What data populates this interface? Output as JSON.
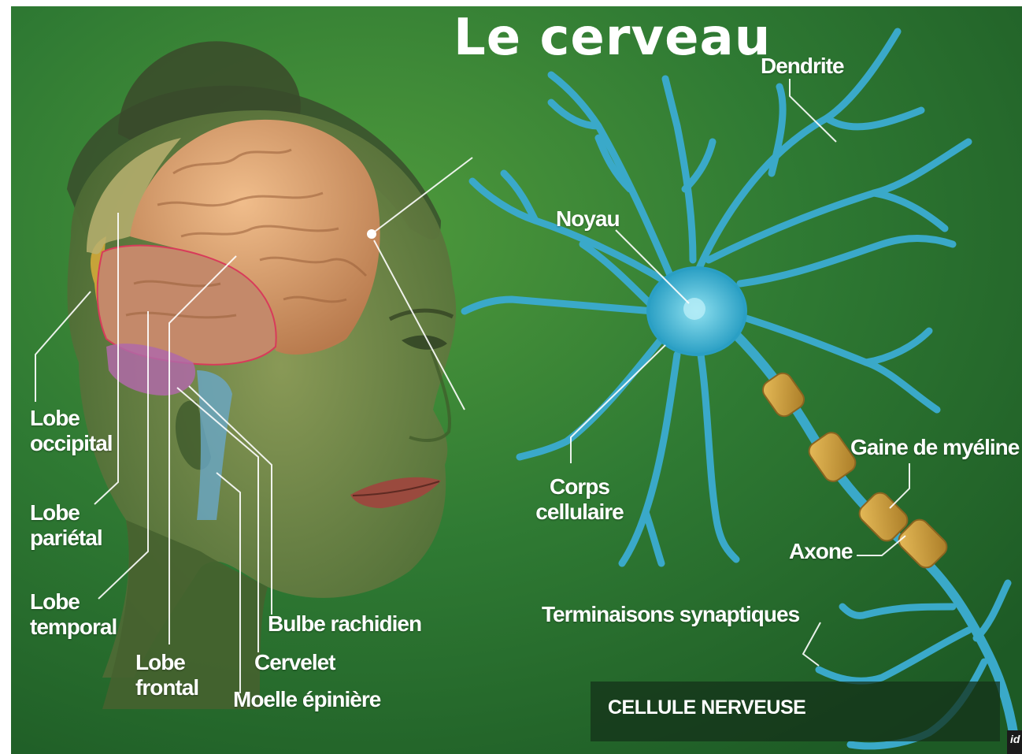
{
  "title": "Le  cerveau",
  "head_labels": {
    "lobe_occipital": "Lobe\noccipital",
    "lobe_parietal": "Lobe\npariétal",
    "lobe_temporal": "Lobe\ntemporal",
    "lobe_frontal": "Lobe\nfrontal",
    "bulbe_rachidien": "Bulbe rachidien",
    "cervelet": "Cervelet",
    "moelle_epiniere": "Moelle épinière"
  },
  "neuron_labels": {
    "dendrite": "Dendrite",
    "noyau": "Noyau",
    "corps_cellulaire": "Corps\ncellulaire",
    "gaine_myeline": "Gaine de myéline",
    "axone": "Axone",
    "terminaisons": "Terminaisons synaptiques"
  },
  "neuron_caption": "CELLULE NERVEUSE",
  "logo_text": "id",
  "colors": {
    "background": "#2f7a33",
    "background_dark": "#1f5a25",
    "brain": "#d9a06e",
    "neuron": "#3aa9c9",
    "myelin": "#c99a3a",
    "label": "#ffffff"
  }
}
